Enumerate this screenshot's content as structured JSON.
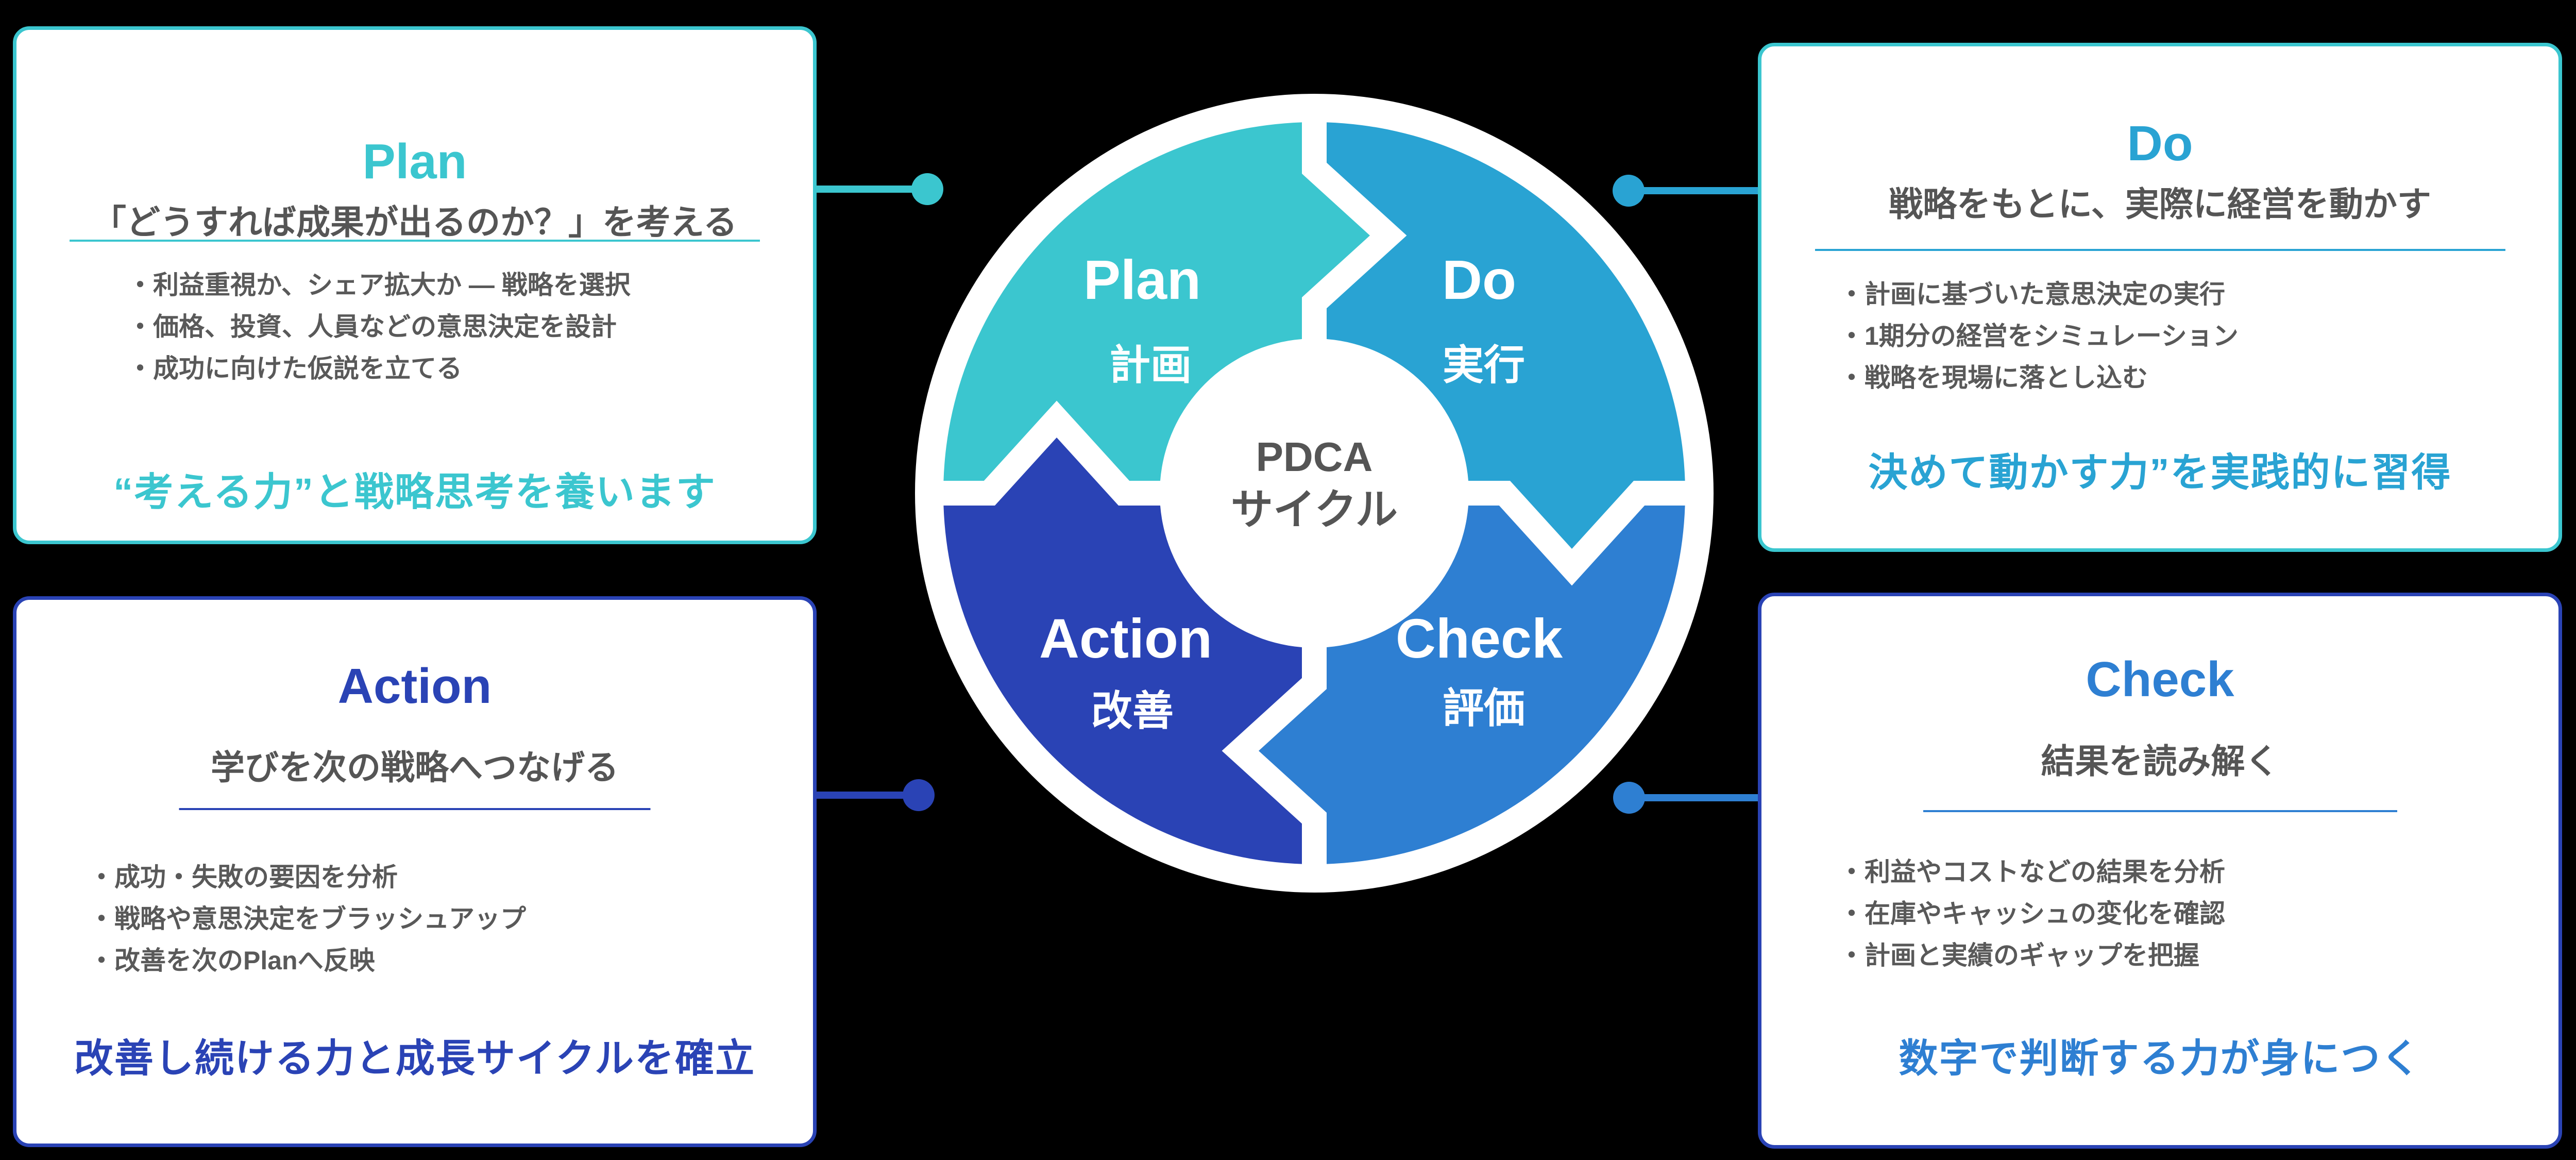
{
  "page": {
    "background": "#000000"
  },
  "wheel": {
    "center": {
      "line1": "PDCA",
      "line2": "サイクル",
      "text_color": "#555555"
    },
    "ring_color": "#FFFFFF",
    "segments": [
      {
        "id": "plan",
        "label": "Plan",
        "sublabel": "計画",
        "color": "#3BC6CF"
      },
      {
        "id": "do",
        "label": "Do",
        "sublabel": "実行",
        "color": "#29A3D3"
      },
      {
        "id": "check",
        "label": "Check",
        "sublabel": "評価",
        "color": "#2E7FD2"
      },
      {
        "id": "action",
        "label": "Action",
        "sublabel": "改善",
        "color": "#2A43B5"
      }
    ]
  },
  "boxes": {
    "plan": {
      "title": "Plan",
      "accent": "#3BC6CF",
      "subtitle": "「どうすれば成果が出るのか？」を考える",
      "bullets": [
        "・利益重視か、シェア拡大か — 戦略を選択",
        "・価格、投資、人員などの意思決定を設計",
        "・成功に向けた仮説を立てる"
      ],
      "highlight": "“考える力”と戦略思考を養います"
    },
    "do": {
      "title": "Do",
      "accent": "#29A3D3",
      "subtitle": "戦略をもとに、実際に経営を動かす",
      "bullets": [
        "・計画に基づいた意思決定の実行",
        "・1期分の経営をシミュレーション",
        "・戦略を現場に落とし込む"
      ],
      "highlight": "決めて動かす力”を実践的に習得"
    },
    "action": {
      "title": "Action",
      "accent": "#2A43B5",
      "subtitle": "学びを次の戦略へつなげる",
      "bullets": [
        "・成功・失敗の要因を分析",
        "・戦略や意思決定をブラッシュアップ",
        "・改善を次のPlanへ反映"
      ],
      "highlight": "改善し続ける力と成長サイクルを確立"
    },
    "check": {
      "title": "Check",
      "accent": "#2E7FD2",
      "subtitle": "結果を読み解く",
      "bullets": [
        "・利益やコストなどの結果を分析",
        "・在庫やキャッシュの変化を確認",
        "・計画と実績のギャップを把握"
      ],
      "highlight": "数字で判断する力が身につく"
    }
  },
  "connectors": {
    "plan": {
      "color": "#3BC6CF"
    },
    "do": {
      "color": "#29A3D3"
    },
    "action": {
      "color": "#2A43B5"
    },
    "check": {
      "color": "#2E7FD2"
    }
  }
}
